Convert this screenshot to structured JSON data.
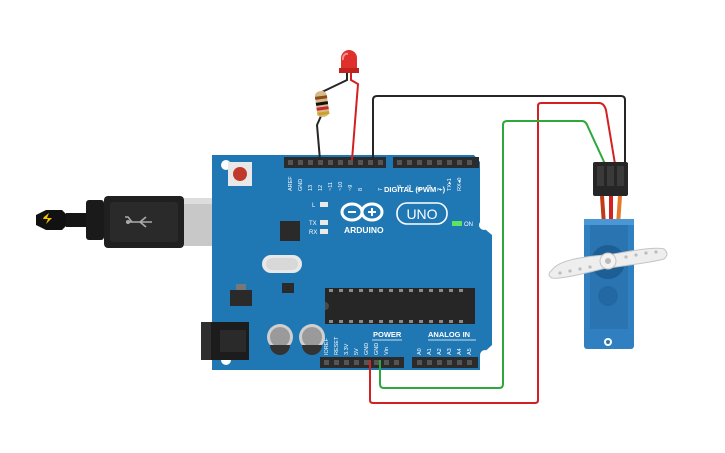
{
  "board": {
    "name": "UNO",
    "brand": "ARDUINO",
    "header_digital_label": "DIGITAL (PWM ~)",
    "header_power_label": "POWER",
    "header_analog_label": "ANALOG IN",
    "on_label": "ON",
    "led_l": "L",
    "led_tx": "TX",
    "led_rx": "RX",
    "top_pins": [
      "AREF",
      "GND",
      "13",
      "12",
      "~11",
      "~10",
      "~9",
      "8",
      "7",
      "~6",
      "~5",
      "4",
      "~3",
      "2",
      "TX▸1",
      "RX◂0"
    ],
    "power_pins": [
      "IOREF",
      "RESET",
      "3.3V",
      "5V",
      "GND",
      "GND",
      "Vin"
    ],
    "analog_pins": [
      "A0",
      "A1",
      "A2",
      "A3",
      "A4",
      "A5"
    ]
  },
  "colors": {
    "board": "#1f77b4",
    "board_dark": "#155a8f",
    "wire_red": "#d32020",
    "wire_black": "#262626",
    "wire_green": "#2ea83a",
    "servo_body": "#2f7fc1",
    "led": "#e0302c"
  },
  "components": [
    {
      "id": "usb",
      "icon": "usb-cable-icon"
    },
    {
      "id": "led",
      "icon": "led-icon"
    },
    {
      "id": "resistor",
      "icon": "resistor-icon"
    },
    {
      "id": "servo",
      "icon": "servo-motor-icon"
    }
  ]
}
